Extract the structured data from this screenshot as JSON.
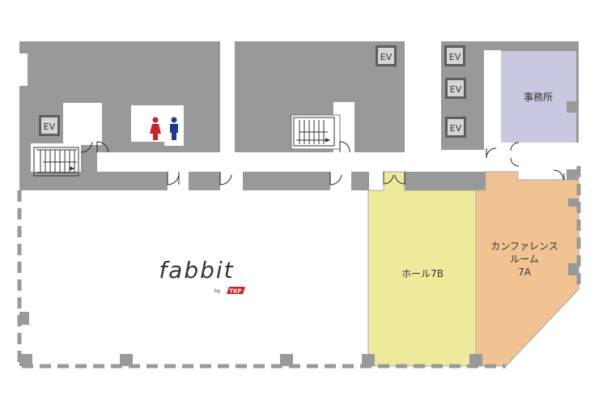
{
  "rooms": {
    "office": "事務所",
    "hall": "ホール7B",
    "conference_line1": "カンファレンス",
    "conference_line2": "ルーム",
    "conference_line3": "7A"
  },
  "elevator_label": "EV",
  "logo": {
    "brand": "fabbit",
    "by": "by",
    "partner": "TKP"
  },
  "colors": {
    "wall": "#999999",
    "office": "#c8c8e0",
    "hall": "#eeea9c",
    "conference": "#f1c392",
    "female_icon": "#cc2128",
    "male_icon": "#1e3a8c"
  }
}
